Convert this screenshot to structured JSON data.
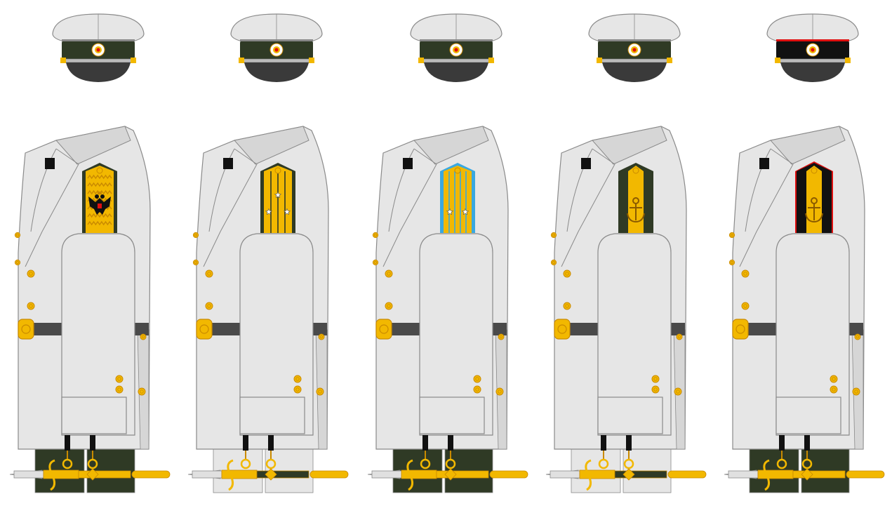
{
  "palette": {
    "coat": "#e6e6e6",
    "coat_shade": "#d6d6d6",
    "outline": "#8a8a8a",
    "gold": "#f2b800",
    "gold_dark": "#c98a00",
    "dark_green": "#2f3a25",
    "belt": "#4a4a4a",
    "visor": "#3a3a3a",
    "black": "#111111",
    "light_blue": "#3aa8e0",
    "red": "#e01010",
    "white": "#ffffff",
    "scabbard_white": "#e0e0e0"
  },
  "figures": [
    {
      "id": "uniform-1",
      "cap_band": "#2f3a25",
      "cap_piping": "#888888",
      "shoulder_board": {
        "field": "#f2b800",
        "edge": "#2f3a25",
        "pattern": "zigzag",
        "emblem": "eagle-icon",
        "stars": 0
      },
      "trousers": "#2f3a25",
      "scabbard_color": "#f2b800"
    },
    {
      "id": "uniform-2",
      "cap_band": "#2f3a25",
      "cap_piping": "#888888",
      "shoulder_board": {
        "field": "#f2b800",
        "edge": "#2f3a25",
        "pattern": "stripes",
        "emblem": "none",
        "stars": 3
      },
      "trousers": "#e6e6e6",
      "scabbard_color": "#2f3a25"
    },
    {
      "id": "uniform-3",
      "cap_band": "#2f3a25",
      "cap_piping": "#888888",
      "shoulder_board": {
        "field": "#f2b800",
        "edge": "#3aa8e0",
        "pattern": "stripes",
        "emblem": "none",
        "stars": 2
      },
      "trousers": "#2f3a25",
      "scabbard_color": "#f2b800"
    },
    {
      "id": "uniform-4",
      "cap_band": "#2f3a25",
      "cap_piping": "#888888",
      "shoulder_board": {
        "field": "#f2b800",
        "edge": "#2f3a25",
        "pattern": "center-stripe",
        "emblem": "anchor-icon",
        "stars": 0
      },
      "trousers": "#e6e6e6",
      "scabbard_color": "#2f3a25"
    },
    {
      "id": "uniform-5",
      "cap_band": "#111111",
      "cap_piping": "#e01010",
      "shoulder_board": {
        "field": "#f2b800",
        "edge": "#111111",
        "edge_piping": "#e01010",
        "pattern": "center-stripe",
        "emblem": "anchor-icon",
        "stars": 0
      },
      "trousers": "#2f3a25",
      "scabbard_color": "#f2b800"
    }
  ]
}
